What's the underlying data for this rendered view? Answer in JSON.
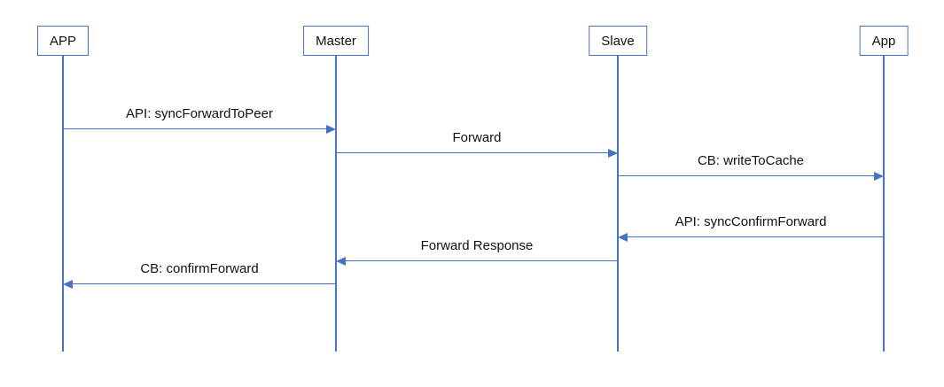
{
  "diagram": {
    "type": "sequence-diagram",
    "colors": {
      "line": "#4472C4",
      "box_border": "#4472C4",
      "box_fill": "#FFFFFF",
      "text": "#111111",
      "background": "#FFFFFF"
    },
    "actors": [
      {
        "label": "APP"
      },
      {
        "label": "Master"
      },
      {
        "label": "Slave"
      },
      {
        "label": "App"
      }
    ],
    "messages": [
      {
        "label": "API: syncForwardToPeer",
        "from": "APP",
        "to": "Master",
        "direction": "right"
      },
      {
        "label": "Forward",
        "from": "Master",
        "to": "Slave",
        "direction": "right"
      },
      {
        "label": "CB: writeToCache",
        "from": "Slave",
        "to": "App",
        "direction": "right"
      },
      {
        "label": "API: syncConfirmForward",
        "from": "App",
        "to": "Slave",
        "direction": "left"
      },
      {
        "label": "Forward Response",
        "from": "Slave",
        "to": "Master",
        "direction": "left"
      },
      {
        "label": "CB: confirmForward",
        "from": "Master",
        "to": "APP",
        "direction": "left"
      }
    ]
  }
}
